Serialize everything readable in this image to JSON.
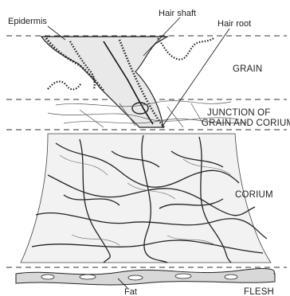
{
  "labels": {
    "epidermis": "Epidermis",
    "hair_shaft": "Hair shaft",
    "hair_root": "Hair root",
    "grain": "GRAIN",
    "junction_line1": "JUNCTION OF",
    "junction_line2": "GRAIN AND CORIUM",
    "corium": "CORIUM",
    "fat": "Fat",
    "flesh": "FLESH"
  }
}
